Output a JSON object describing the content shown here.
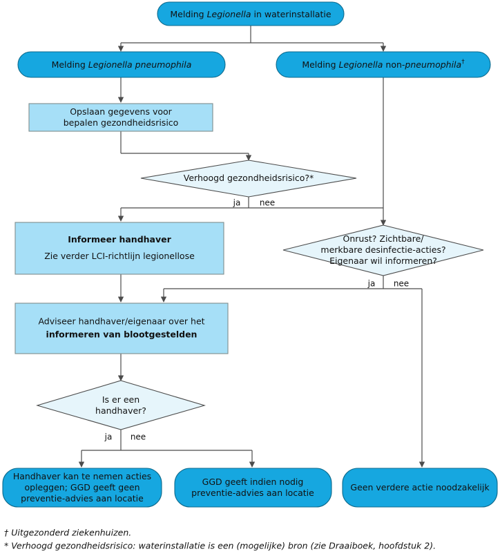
{
  "diagram": {
    "title_text": "Melding Legionella in waterinstallatie",
    "colors": {
      "terminal_fill": "#16A7E0",
      "terminal_stroke": "#0E6A8C",
      "process_fill": "#A6DFF7",
      "process_stroke": "#7F8C8D",
      "decision_fill": "#E6F5FB",
      "decision_stroke": "#4B4B4B",
      "edge": "#4B4B4B",
      "text": "#111111",
      "background": "#FFFFFF"
    }
  },
  "nodes": {
    "start": {
      "shape": "terminal",
      "lines": [
        [
          {
            "t": "Melding ",
            "i": false
          },
          {
            "t": "Legionella",
            "i": true
          },
          {
            "t": " in waterinstallatie",
            "i": false
          }
        ]
      ]
    },
    "pneumophila": {
      "shape": "terminal",
      "lines": [
        [
          {
            "t": "Melding ",
            "i": false
          },
          {
            "t": "Legionella pneumophila",
            "i": true
          }
        ]
      ]
    },
    "non_pneumophila": {
      "shape": "terminal",
      "lines": [
        [
          {
            "t": "Melding ",
            "i": false
          },
          {
            "t": "Legionella",
            "i": true
          },
          {
            "t": " non-",
            "i": false
          },
          {
            "t": "pneumophila",
            "i": true
          },
          {
            "t": "†",
            "i": false,
            "sup": true
          }
        ]
      ]
    },
    "opslaan": {
      "shape": "process",
      "lines": [
        [
          {
            "t": "Opslaan gegevens voor",
            "i": false
          }
        ],
        [
          {
            "t": "bepalen gezondheidsrisico",
            "i": false
          }
        ]
      ]
    },
    "verhoogd_risico": {
      "shape": "decision",
      "lines": [
        [
          {
            "t": "Verhoogd gezondheidsrisico?*",
            "i": false
          }
        ]
      ]
    },
    "informeer_handhaver": {
      "shape": "process",
      "lines": [
        [
          {
            "t": "Informeer handhaver",
            "i": false,
            "b": true
          }
        ],
        [
          {
            "t": "Zie verder LCI-richtlijn legionellose",
            "i": false
          }
        ]
      ]
    },
    "onrust": {
      "shape": "decision",
      "lines": [
        [
          {
            "t": "Onrust? Zichtbare/",
            "i": false
          }
        ],
        [
          {
            "t": "merkbare desinfectie-acties?",
            "i": false
          }
        ],
        [
          {
            "t": "Eigenaar wil informeren?",
            "i": false
          }
        ]
      ]
    },
    "adviseer": {
      "shape": "process",
      "lines": [
        [
          {
            "t": "Adviseer handhaver/eigenaar over het",
            "i": false
          }
        ],
        [
          {
            "t": "informeren van blootgestelden",
            "i": false,
            "b": true
          }
        ]
      ]
    },
    "is_handhaver": {
      "shape": "decision",
      "lines": [
        [
          {
            "t": "Is er een",
            "i": false
          }
        ],
        [
          {
            "t": "handhaver?",
            "i": false
          }
        ]
      ]
    },
    "handhaver_acties": {
      "shape": "terminal",
      "lines": [
        [
          {
            "t": "Handhaver kan te nemen acties",
            "i": false
          }
        ],
        [
          {
            "t": "opleggen; GGD geeft geen",
            "i": false
          }
        ],
        [
          {
            "t": "preventie-advies aan locatie",
            "i": false
          }
        ]
      ]
    },
    "ggd_advies": {
      "shape": "terminal",
      "lines": [
        [
          {
            "t": "GGD geeft indien nodig",
            "i": false
          }
        ],
        [
          {
            "t": "preventie-advies aan locatie",
            "i": false
          }
        ]
      ]
    },
    "geen_actie": {
      "shape": "terminal",
      "lines": [
        [
          {
            "t": "Geen verdere actie noodzakelijk",
            "i": false
          }
        ]
      ]
    }
  },
  "branch_labels": {
    "risico_ja": "ja",
    "risico_nee": "nee",
    "onrust_ja": "ja",
    "onrust_nee": "nee",
    "handhaver_ja": "ja",
    "handhaver_nee": "nee"
  },
  "footnotes": [
    "† Uitgezonderd ziekenhuizen.",
    "* Verhoogd gezondheidsrisico: waterinstallatie is een (mogelijke) bron (zie Draaiboek, hoofdstuk 2)."
  ]
}
